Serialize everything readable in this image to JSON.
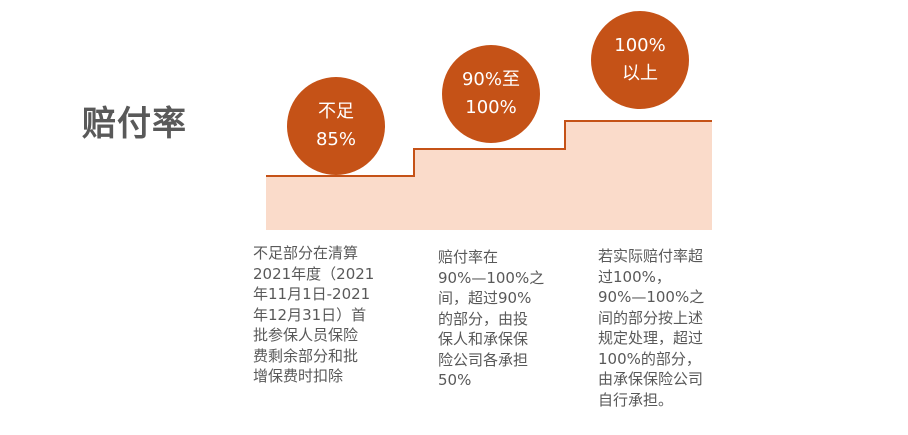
{
  "title": "赔付率",
  "colors": {
    "accent": "#c55217",
    "fill": "#fadbca",
    "text": "#595959"
  },
  "steps": [
    {
      "circle": [
        "不足",
        "85%"
      ],
      "description": [
        "不足部分在清算",
        "2021年度（2021",
        "年11月1日-2021",
        "年12月31日）首",
        "批参保人员保险",
        "费剩余部分和批",
        "增保费时扣除"
      ]
    },
    {
      "circle": [
        "90%至",
        "100%"
      ],
      "description": [
        "赔付率在",
        "90%—100%之",
        "间，超过90%",
        "的部分，由投",
        "保人和承保保",
        "险公司各承担",
        "50%"
      ]
    },
    {
      "circle": [
        "100%",
        "以上"
      ],
      "description": [
        "若实际赔付率超",
        "过100%，",
        "90%—100%之",
        "间的部分按上述",
        "规定处理，超过",
        "100%的部分，",
        "由承保保险公司",
        "自行承担。"
      ]
    }
  ]
}
